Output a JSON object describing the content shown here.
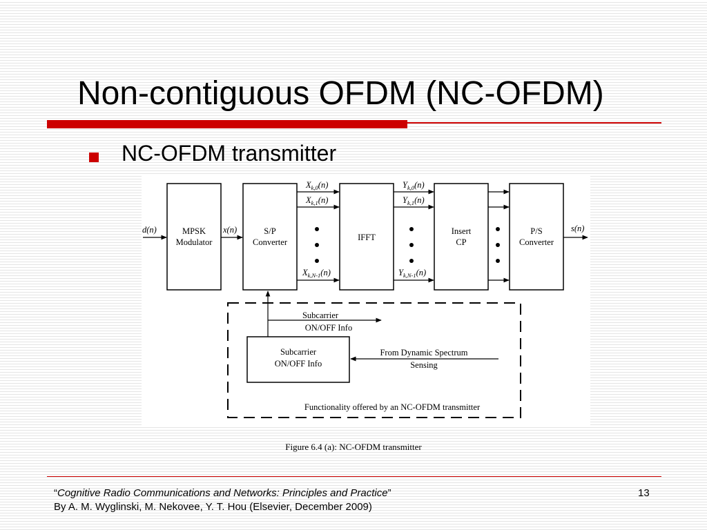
{
  "slide": {
    "title": "Non-contiguous OFDM (NC-OFDM)",
    "bullet": "NC-OFDM transmitter",
    "caption": "Figure 6.4 (a): NC-OFDM transmitter",
    "footer": {
      "open_quote": "“",
      "book_title": "Cognitive Radio Communications and Networks: Principles and Practice",
      "close_quote": "”",
      "authors": "By A. M. Wyglinski, M. Nekovee, Y. T. Hou (Elsevier, December 2009)",
      "page_number": "13"
    },
    "colors": {
      "accent": "#cc0000",
      "stripe": "#e4e4e4"
    }
  },
  "diagram": {
    "blocks": {
      "mpsk": [
        "MPSK",
        "Modulator"
      ],
      "sp": [
        "S/P",
        "Converter"
      ],
      "ifft": [
        "IFFT"
      ],
      "cp": [
        "Insert",
        "CP"
      ],
      "ps": [
        "P/S",
        "Converter"
      ],
      "sub": [
        "Subcarrier",
        "ON/OFF Info"
      ]
    },
    "signals": {
      "input": "d(n)",
      "after_mod": "x(n)",
      "output": "s(n)"
    },
    "x_labels": [
      {
        "base": "X",
        "sub": "k,0",
        "tail": "(n)"
      },
      {
        "base": "X",
        "sub": "k,1",
        "tail": "(n)"
      },
      {
        "base": "X",
        "sub": "k,N-1",
        "tail": "(n)"
      }
    ],
    "y_labels": [
      {
        "base": "Y",
        "sub": "k,0",
        "tail": "(n)"
      },
      {
        "base": "Y",
        "sub": "k,1",
        "tail": "(n)"
      },
      {
        "base": "Y",
        "sub": "k,N-1",
        "tail": "(n)"
      }
    ],
    "info_out": [
      "Subcarrier",
      "ON/OFF Info"
    ],
    "from_sensing": [
      "From Dynamic Spectrum",
      "Sensing"
    ],
    "box_label": "Functionality offered by an NC-OFDM transmitter"
  }
}
